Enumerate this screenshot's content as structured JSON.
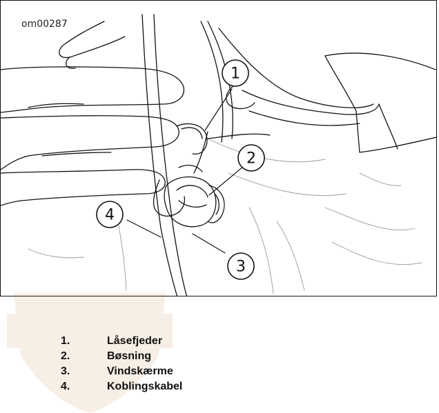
{
  "figure": {
    "id_label": "om00287",
    "callouts": [
      "1",
      "2",
      "3",
      "4"
    ]
  },
  "legend": [
    {
      "number": "1.",
      "label": "Låsefjeder"
    },
    {
      "number": "2.",
      "label": "Bøsning"
    },
    {
      "number": "3.",
      "label": "Vindskærme"
    },
    {
      "number": "4.",
      "label": "Koblingskabel"
    }
  ],
  "colors": {
    "line": "#111111",
    "watermark": "#c0702a"
  }
}
